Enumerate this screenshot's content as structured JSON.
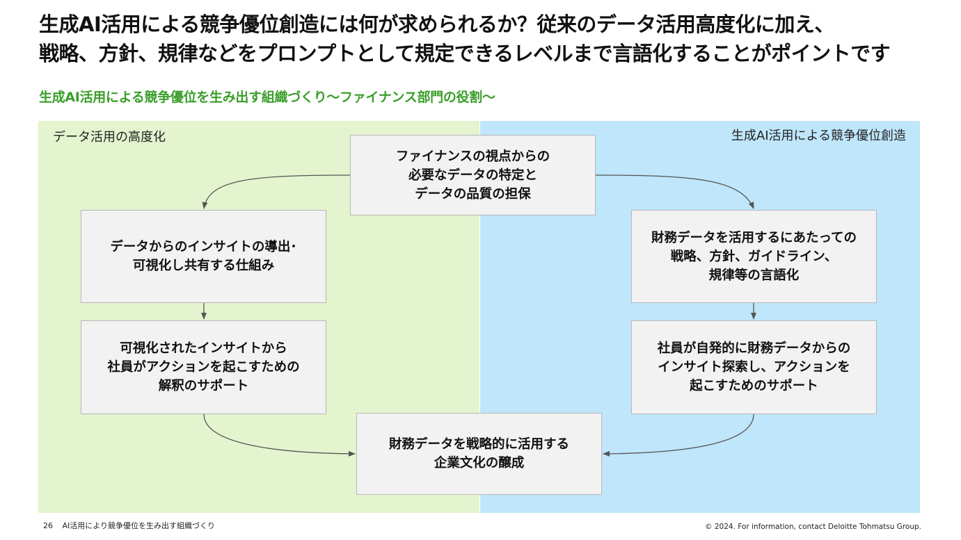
{
  "headline": {
    "line1": "生成AI活用による競争優位創造には何が求められるか？従来のデータ活用高度化に加え、",
    "line2": "戦略、方針、規律などをプロンプトとして規定できるレベルまで言語化することがポイントです"
  },
  "subhead": "生成AI活用による競争優位を生み出す組織づくり〜ファイナンス部門の役割〜",
  "panels": {
    "left_label": "データ活用の高度化",
    "right_label": "生成AI活用による競争優位創造",
    "left_color": "#e4f4cf",
    "right_color": "#bfe6fa"
  },
  "boxes": {
    "top": [
      "ファイナンスの視点からの",
      "必要なデータの特定と",
      "データの品質の担保"
    ],
    "left1": [
      "データからのインサイトの導出･",
      "可視化し共有する仕組み"
    ],
    "left2": [
      "可視化されたインサイトから",
      "社員がアクションを起こすための",
      "解釈のサポート"
    ],
    "right1": [
      "財務データを活用するにあたっての",
      "戦略、方針、ガイドライン、",
      "規律等の言語化"
    ],
    "right2": [
      "社員が自発的に財務データからの",
      "インサイト探索し、アクションを",
      "起こすためのサポート"
    ],
    "bottom": [
      "財務データを戦略的に活用する",
      "企業文化の醸成"
    ]
  },
  "footer": {
    "page_number": "26",
    "doc_title": "AI活用により競争優位を生み出す組織づくり",
    "copyright": "© 2024. For information, contact Deloitte Tohmatsu Group."
  },
  "colors": {
    "accent_green": "#3a9e2a",
    "box_fill": "#f2f2f2",
    "box_border": "#b7b7b7",
    "connector": "#555555"
  }
}
